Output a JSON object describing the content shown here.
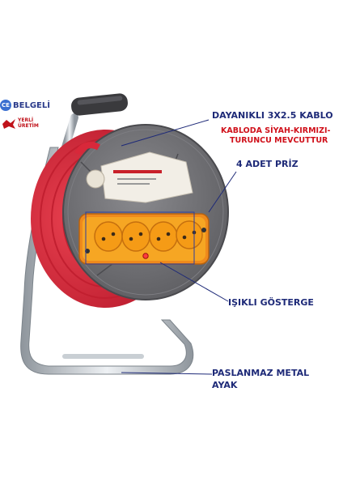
{
  "badges": {
    "ce_mark": "CE",
    "ce_text": "BELGELİ",
    "yerli_line1": "YERLİ",
    "yerli_line2": "ÜRETİM"
  },
  "callouts": {
    "cable": "DAYANIKLI 3X2.5 KABLO",
    "cable_colors_line1": "KABLODA SİYAH-KIRMIZI-",
    "cable_colors_line2": "TURUNCU MEVCUTTUR",
    "sockets": "4 ADET PRİZ",
    "indicator": "IŞIKLI GÖSTERGE",
    "stand_line1": "PASLANMAZ METAL",
    "stand_line2": "AYAK"
  },
  "colors": {
    "label_navy": "#1e2a78",
    "label_red": "#d0101a",
    "cable_red": "#d8283a",
    "socket_orange": "#f6a623",
    "body_gray": "#6f6f73"
  }
}
